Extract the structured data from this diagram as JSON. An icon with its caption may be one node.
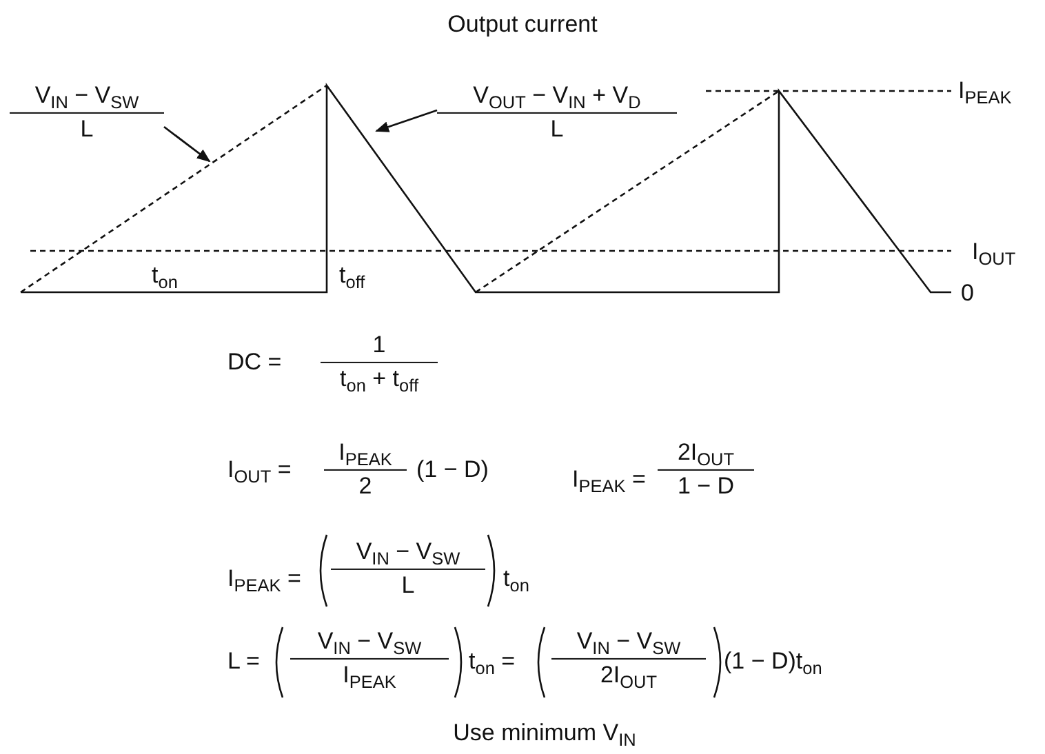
{
  "diagram": {
    "title": "Output current",
    "nodes": [
      {
        "text": [
          "V$_{IN}$ − V$_{SW}$",
          "L"
        ]
      },
      {
        "text": [
          "V$_{OUT}$ − V$_{IN}$ + V$_{D}$",
          "L"
        ]
      }
    ],
    "edges": [
      {
        "from": 0,
        "to": null,
        "arrow": "to"
      },
      {
        "from": 1,
        "to": null,
        "arrow": "to"
      }
    ],
    "labels": [
      "I$_{PEAK}$",
      "I$_{OUT}$",
      "0",
      "t$_{on}$",
      "t$_{off}$",
      "DC =",
      "1",
      "t$_{on}$ + t$_{off}$",
      "I$_{OUT}$ =",
      "I$_{PEAK}$",
      "2",
      "(1 − D)",
      "I$_{PEAK}$ =",
      "2I$_{OUT}$",
      "1 − D",
      "I$_{PEAK}$ =",
      "V$_{IN}$ − V$_{SW}$",
      "L",
      "t$_{on}$",
      "L =",
      "V$_{IN}$ − V$_{SW}$",
      "I$_{PEAK}$",
      "t$_{on}$ =",
      "V$_{IN}$ − V$_{SW}$",
      "2I$_{OUT}$",
      "(1 − D)t$_{on}$",
      "Use minimum V$_{IN}$"
    ]
  }
}
